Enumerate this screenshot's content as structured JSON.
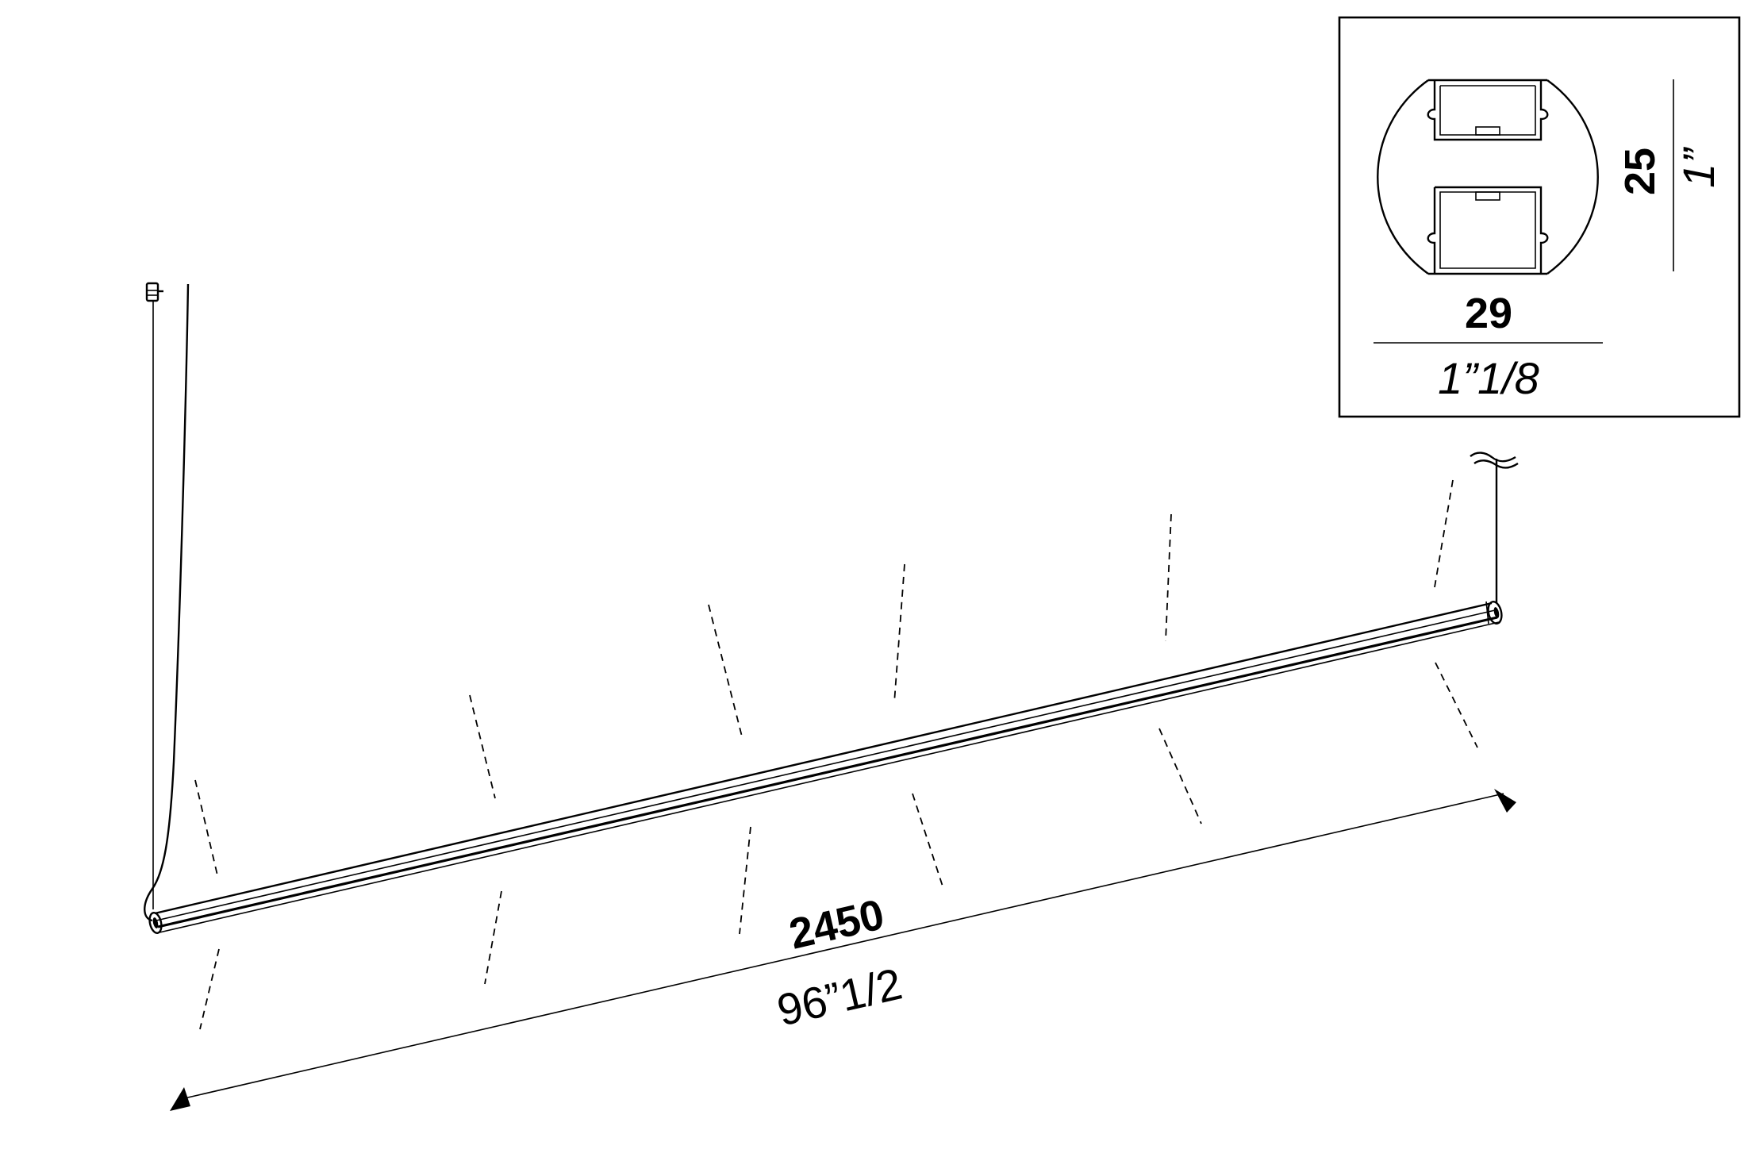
{
  "length_dimension": {
    "mm": "2450",
    "inch": "96”1/2"
  },
  "section_detail": {
    "width_mm": "29",
    "width_inch": "1”1/8",
    "height_mm": "25",
    "height_inch": "1”"
  }
}
